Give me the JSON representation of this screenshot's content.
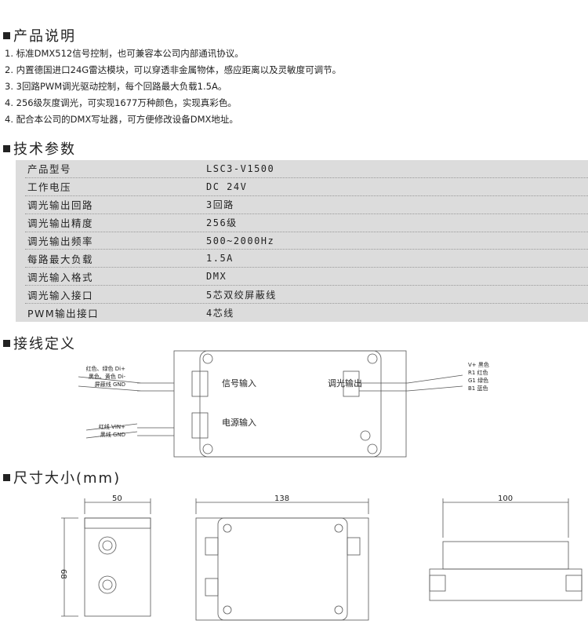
{
  "sections": {
    "intro": "产品说明",
    "specs": "技术参数",
    "wiring": "接线定义",
    "size": "尺寸大小(mm)"
  },
  "intro_items": [
    "1. 标准DMX512信号控制，也可兼容本公司内部通讯协议。",
    "2. 内置德国进口24G雷达模块，可以穿透非金属物体，感应距离以及灵敏度可调节。",
    "3. 3回路PWM调光驱动控制，每个回路最大负载1.5A。",
    "4. 256级灰度调光，可实现1677万种颜色，实现真彩色。",
    "4. 配合本公司的DMX写址器，可方便修改设备DMX地址。"
  ],
  "specs": [
    {
      "k": "产品型号",
      "v": "LSC3-V1500"
    },
    {
      "k": "工作电压",
      "v": "DC 24V"
    },
    {
      "k": "调光输出回路",
      "v": "3回路"
    },
    {
      "k": "调光输出精度",
      "v": "256级"
    },
    {
      "k": "调光输出频率",
      "v": "500~2000Hz"
    },
    {
      "k": "每路最大负载",
      "v": "1.5A"
    },
    {
      "k": "调光输入格式",
      "v": "DMX"
    },
    {
      "k": "调光输入接口",
      "v": "5芯双绞屏蔽线"
    },
    {
      "k": "PWM输出接口",
      "v": "4芯线"
    }
  ],
  "wiring": {
    "signal_in": "信号输入",
    "dim_out": "调光输出",
    "power_in": "电源输入",
    "left_wires": [
      "红色、绿色 Di+",
      "黑色、黄色 Di-",
      "屏蔽线 GND"
    ],
    "power_wires": [
      "红线 VIN+",
      "黑线 GND"
    ],
    "right_wires": [
      "V+ 黑色",
      "R1 红色",
      "G1 绿色",
      "B1 蓝色"
    ]
  },
  "dims": {
    "w1": "50",
    "h1": "68",
    "w2": "138",
    "w3": "100"
  }
}
